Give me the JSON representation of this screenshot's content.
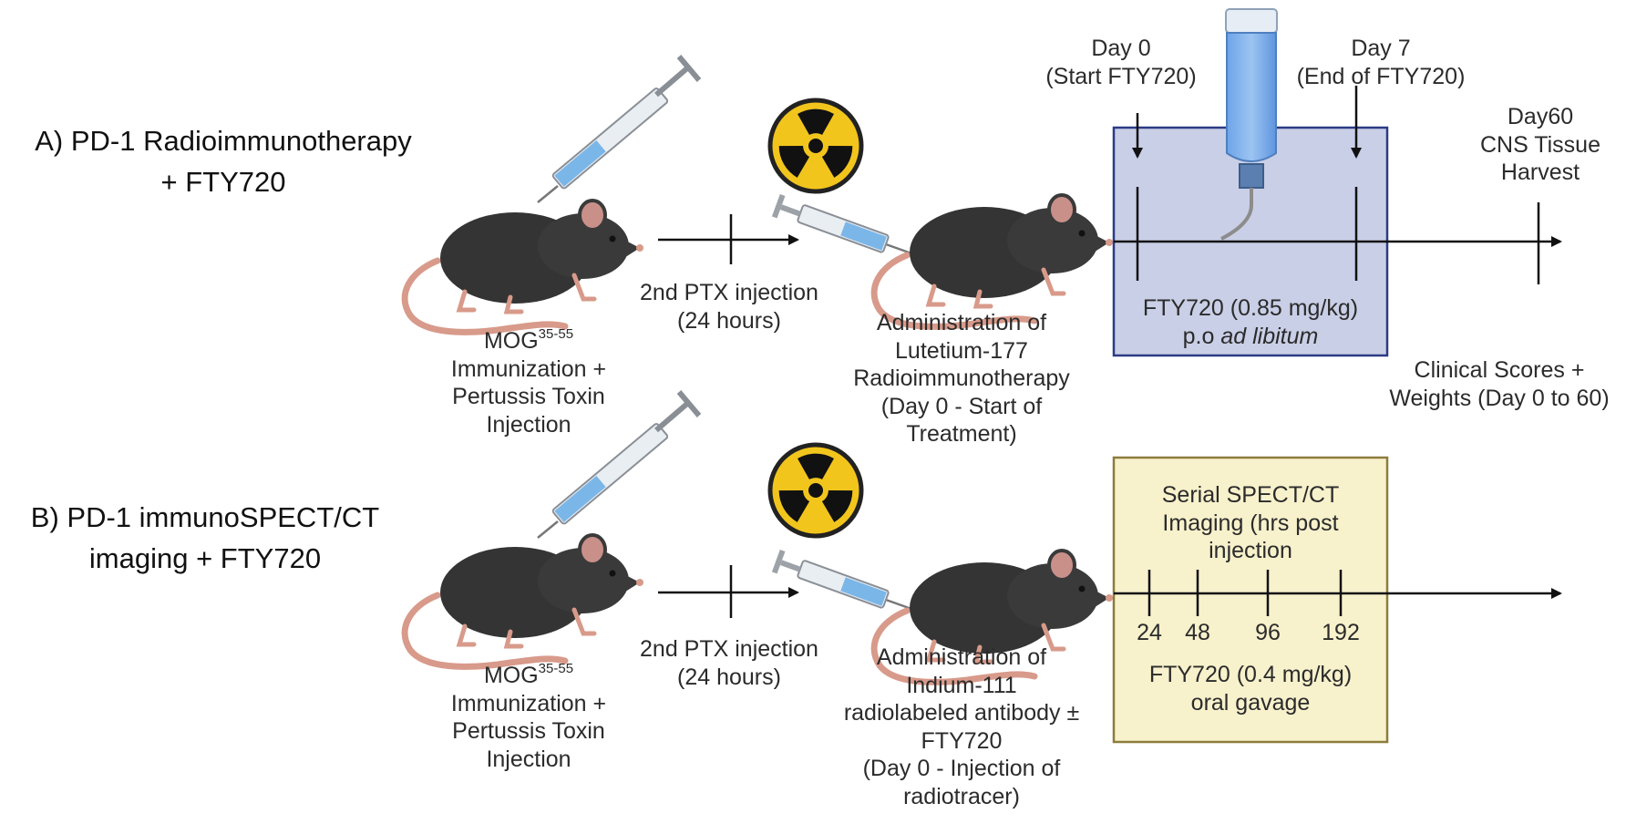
{
  "panel_a": {
    "title_line1": "A) PD-1 Radioimmunotherapy",
    "title_line2": "+ FTY720",
    "immunization": {
      "line1_base": "MOG",
      "line1_sup": "35-55",
      "line2": "Immunization +",
      "line3": "Pertussis Toxin",
      "line4": "Injection"
    },
    "ptx": {
      "line1": "2nd PTX injection",
      "line2": "(24 hours)"
    },
    "administration": [
      "Administration of",
      "Lutetium-177",
      "Radioimmunotherapy",
      "(Day 0 - Start of",
      "Treatment)"
    ],
    "day0": {
      "line1": "Day 0",
      "line2": "(Start FTY720)"
    },
    "day7": {
      "line1": "Day 7",
      "line2": "(End of FTY720)"
    },
    "day60": {
      "line1": "Day60",
      "line2": "CNS Tissue",
      "line3": "Harvest"
    },
    "fty_box": {
      "line1": "FTY720 (0.85 mg/kg)",
      "line2_prefix": "p.o ",
      "line2_italic": "ad libitum"
    },
    "clinical": {
      "line1": "Clinical Scores +",
      "line2": "Weights (Day 0 to 60)"
    }
  },
  "panel_b": {
    "title_line1": "B) PD-1 immunoSPECT/CT",
    "title_line2": "imaging + FTY720",
    "immunization": {
      "line1_base": "MOG",
      "line1_sup": "35-55",
      "line2": "Immunization +",
      "line3": "Pertussis Toxin",
      "line4": "Injection"
    },
    "ptx": {
      "line1": "2nd PTX injection",
      "line2": "(24 hours)"
    },
    "administration": [
      "Administration of",
      "Indium-111",
      "radiolabeled antibody ±",
      "FTY720",
      "(Day 0 - Injection of",
      "radiotracer)"
    ],
    "imaging_box": {
      "header": [
        "Serial SPECT/CT",
        "Imaging (hrs post",
        "injection"
      ],
      "ticks": [
        "24",
        "48",
        "96",
        "192"
      ],
      "fty_line1": "FTY720 (0.4 mg/kg)",
      "fty_line2": "oral gavage"
    }
  },
  "icons": [
    "mouse-icon",
    "syringe-icon",
    "radiation-icon",
    "water-bottle-icon"
  ],
  "colors": {
    "fty_box_fill": "#c9cfe6",
    "fty_box_stroke": "#2c3b86",
    "imaging_box_fill": "#f7f1cc",
    "imaging_box_stroke": "#8d7c3c",
    "radiation_yellow": "#f2c51d",
    "mouse_body": "#333333",
    "mouse_tail": "#d89a8a"
  }
}
